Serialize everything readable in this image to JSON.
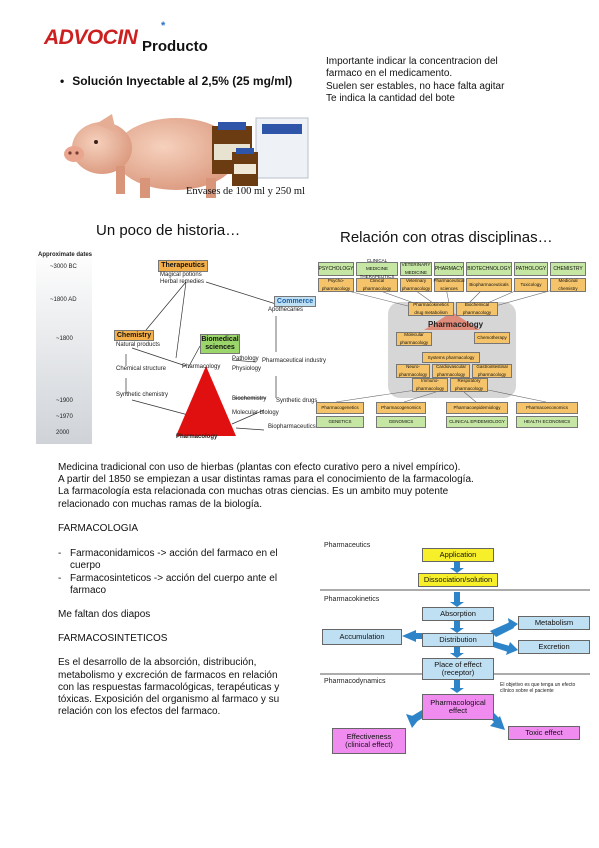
{
  "header": {
    "logo_text": "ADVOCIN",
    "logo_mark": "*",
    "title": "Producto",
    "bullet": "Solución Inyectable al 2,5% (25 mg/ml)",
    "envases": "Envases de 100 ml y 250 ml"
  },
  "notes_top": [
    "Importante indicar la concentracion del",
    "farmaco en el medicamento.",
    "Suelen ser estables, no hace falta agitar",
    "Te indica la cantidad del bote"
  ],
  "history": {
    "heading": "Un poco de historia…",
    "dates_title": "Approximate dates",
    "dates": [
      "~3000 BC",
      "~1800 AD",
      "~1800",
      "~1900",
      "~1970",
      "2000"
    ],
    "boxes": {
      "therapeutics": "Therapeutics",
      "chemistry": "Chemistry",
      "biomedical": "Biomedical sciences",
      "commerce": "Commerce"
    },
    "labels": {
      "magical": "Magical potions",
      "herbal": "Herbal remedies",
      "natural": "Natural products",
      "chemical": "Chemical structure",
      "synthetic_chem": "Synthetic chemistry",
      "pharmacology": "Pharmacology",
      "pathology": "Pathology",
      "physiology": "Physiology",
      "biochemistry": "Biochemistry",
      "molecular": "Molecular biology",
      "apothecaries": "Apothecaries",
      "pharm_industry": "Pharmaceutical industry",
      "synthetic_drugs": "Synthetic drugs",
      "biopharm": "Biopharmaceutics",
      "bottom": "Pharmacology"
    }
  },
  "relations": {
    "heading": "Relación con otras disciplinas…",
    "top_row": [
      "PSYCHOLOGY",
      "CLINICAL MEDICINE THERAPEUTICS",
      "VETERINARY MEDICINE",
      "PHARMACY",
      "BIOTECHNOLOGY",
      "PATHOLOGY",
      "CHEMISTRY"
    ],
    "second_row": [
      "Psycho-pharmacology",
      "Clinical pharmacology",
      "Veterinary pharmacology",
      "Pharmaceutical sciences",
      "Biopharmaceuticals",
      "Toxicology",
      "Medicinal chemistry"
    ],
    "center_top": [
      "Pharmacokinetics drug metabolism",
      "Biochemical pharmacology"
    ],
    "center": "Pharmacology",
    "center_side": [
      "Molecular pharmacology",
      "Chemotherapy"
    ],
    "systems": "Systems pharmacology",
    "center_low": [
      "Neuro-pharmacology",
      "Cardiovascular pharmacology",
      "Gastrointestinal pharmacology",
      "Immuno-pharmacology",
      "Respiratory pharmacology"
    ],
    "bottom_row": [
      "Pharmacogenetics",
      "Pharmacogenomics",
      "Pharmacoepidemiology",
      "Pharmacoeconomics"
    ],
    "base_row": [
      "GENETICS",
      "GENOMICS",
      "CLINICAL EPIDEMIOLOGY",
      "HEALTH ECONOMICS"
    ]
  },
  "middle_text": [
    "Medicina tradicional con uso de hierbas (plantas con efecto curativo pero a nivel empírico).",
    "A partir del 1850 se empiezan a usar distintas ramas para el conocimiento de la farmacología.",
    "La farmacología esta relacionada con muchas otras ciencias. Es un ambito muy potente",
    "relacionado con muchas ramas de la biología."
  ],
  "left": {
    "farmacologia": "FARMACOLOGIA",
    "item1": [
      "Farmaconidamicos -> acción del farmaco en el",
      "cuerpo"
    ],
    "item2": [
      "Farmacosinteticos -> acción del cuerpo ante el",
      "farmaco"
    ],
    "faltan": "Me faltan dos diapos",
    "farmacosinteticos": "FARMACOSINTETICOS",
    "para": [
      "Es el desarrollo de la absorción, distribución,",
      "metabolismo y excreción de farmacos en relación",
      "con las respuestas farmacológicas, terapéuticas y",
      "tóxicas. Exposición del organismo al farmaco y su",
      "relación con los efectos del farmaco."
    ]
  },
  "pk_diagram": {
    "sections": [
      "Pharmaceutics",
      "Pharmacokinetics",
      "Pharmacodynamics"
    ],
    "application": "Application",
    "dissociation": "Dissociation/solution",
    "absorption": "Absorption",
    "distribution": "Distribution",
    "accumulation": "Accumulation",
    "metabolism": "Metabolism",
    "excretion": "Excretion",
    "place": [
      "Place of effect",
      "(receptor)"
    ],
    "pharm_effect": [
      "Pharmacological",
      "effect"
    ],
    "effectiveness": [
      "Effectiveness",
      "(clinical effect)"
    ],
    "toxic": "Toxic effect",
    "note": [
      "El objetivo es que tenga un efecto",
      "clínico sobre el paciente"
    ]
  },
  "colors": {
    "logo_red": "#cc1f1f",
    "yellow": "#f7ef2a",
    "light_blue": "#bfe0f3",
    "magenta": "#f08bf0",
    "orange": "#f3b04a",
    "green": "#9bd66b",
    "red": "#e01010"
  }
}
